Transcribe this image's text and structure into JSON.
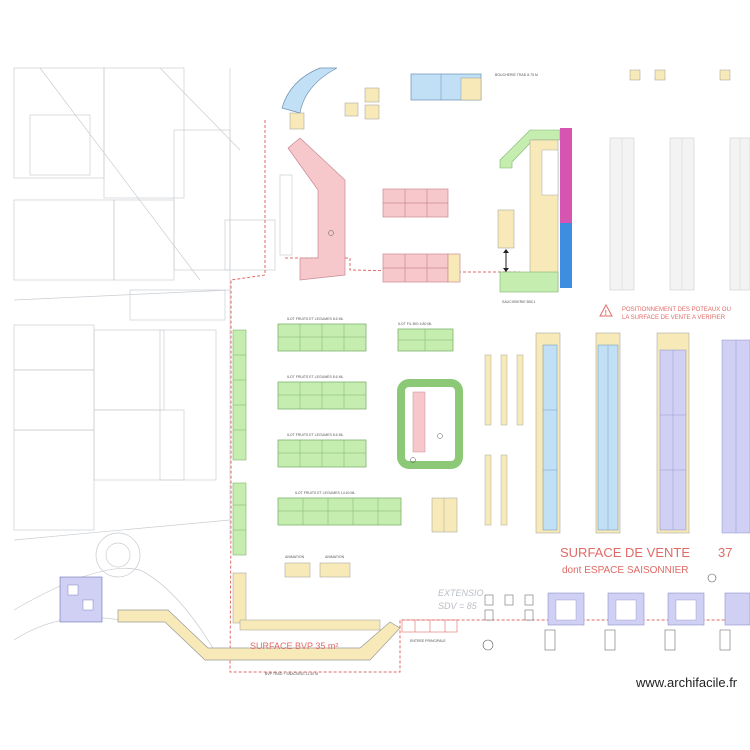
{
  "title_sales": "SURFACE DE VENTE",
  "title_sales_num": "37",
  "subtitle_seasonal": "dont ESPACE SAISONNIER",
  "surface_bvp": "SURFACE BVP  35 m²",
  "extension_label": "EXTENSIO",
  "extension_sdv": "SDV = 85",
  "entree": "ENTREE PRINCIPALE",
  "warning_line1": "POSITIONNEMENT DES POTEAUX OU",
  "warning_line2": "LA SURFACE DE VENTE A VERIFIER",
  "watermark": "www.archifacile.fr",
  "fruits_labels": [
    "ILOT FRUITS ET LEGUMES 8.6 ML",
    "ILOT FRUITS ET LEGUMES 8.6 ML",
    "ILOT FRUITS ET LEGUMES 8.6 ML",
    "ILOT FRUITS ET LEGUMES 14.40 ML"
  ],
  "fruits_small": "ILOT F/L BIO 4.80 ML",
  "boucherie": "BOUCHERIE TRAD 8.75 M",
  "saucisserie": "SAUCISSERIE 5BC1",
  "bvp_trad": "BVP TRAD + SNACKING 11.40 M",
  "animation": "ANIMATION",
  "colors": {
    "red": "#e06a66",
    "green": "#c6edb0",
    "pink": "#f6c8cc",
    "yellow": "#f7eab8",
    "blue": "#c2e0f5",
    "lavender": "#cfd0f3",
    "magenta": "#d655b0",
    "cobalt": "#3d8de0"
  }
}
